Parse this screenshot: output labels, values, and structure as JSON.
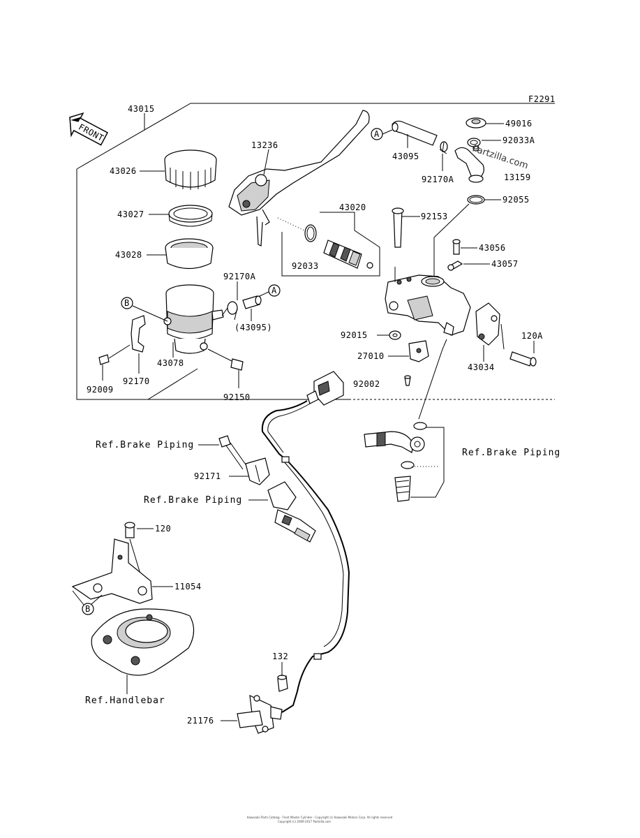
{
  "diagram_code": "F2291",
  "front_arrow_label": "FRONT",
  "watermark": "Partzilla.com",
  "footer_line_1": "Kawasaki Parts Catalog - Front Master Cylinder - Copyright (c) Kawasaki Motors Corp. All rights reserved",
  "footer_line_2": "Copyright (c) 2009-2017 Partzilla.com",
  "callouts": {
    "c43015": "43015",
    "c43026": "43026",
    "c43027": "43027",
    "c43028": "43028",
    "c13236": "13236",
    "c43020": "43020",
    "c92033": "92033",
    "c92170A_left": "92170A",
    "c43095_paren": "(43095)",
    "c43078": "43078",
    "c92170": "92170",
    "c92009": "92009",
    "c92150": "92150",
    "c43095": "43095",
    "c92170A_right": "92170A",
    "c49016": "49016",
    "c92033A": "92033A",
    "c13159": "13159",
    "c92055": "92055",
    "c92153": "92153",
    "c43056": "43056",
    "c43057": "43057",
    "c92015": "92015",
    "c27010": "27010",
    "c120A": "120A",
    "c43034": "43034",
    "c92002": "92002",
    "c92171": "92171",
    "c120": "120",
    "c11054": "11054",
    "c132": "132",
    "c21176": "21176"
  },
  "refs": {
    "brake_piping_1": "Ref.Brake Piping",
    "brake_piping_2": "Ref.Brake Piping",
    "brake_piping_3": "Ref.Brake Piping",
    "handlebar": "Ref.Handlebar"
  },
  "markers": {
    "a1": "A",
    "a2": "A",
    "b1": "B",
    "b2": "B"
  }
}
